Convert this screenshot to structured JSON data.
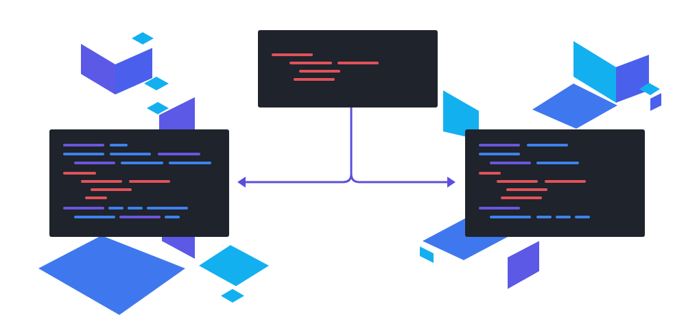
{
  "colors": {
    "background": "#ffffff",
    "editor_bg": "#1f232b",
    "code_red": "#e0525b",
    "code_blue": "#3d82ee",
    "code_purple": "#6a56dd",
    "connector": "#5b4fdc",
    "block_blue": "#3f78ee",
    "block_cyan": "#13b0f0",
    "block_indigo": "#5b59e6",
    "block_sky": "#0ea5f0"
  },
  "diagram": {
    "source_editor": {
      "name": "source-code-editor",
      "syntax": [
        "code_red"
      ]
    },
    "targets": [
      {
        "name": "left-code-editor",
        "direction": "left",
        "syntax": [
          "code_purple",
          "code_blue",
          "code_red"
        ]
      },
      {
        "name": "right-code-editor",
        "direction": "right",
        "syntax": [
          "code_purple",
          "code_blue",
          "code_red"
        ]
      }
    ],
    "connector_icons": [
      "arrow-left-icon",
      "arrow-right-icon"
    ]
  }
}
